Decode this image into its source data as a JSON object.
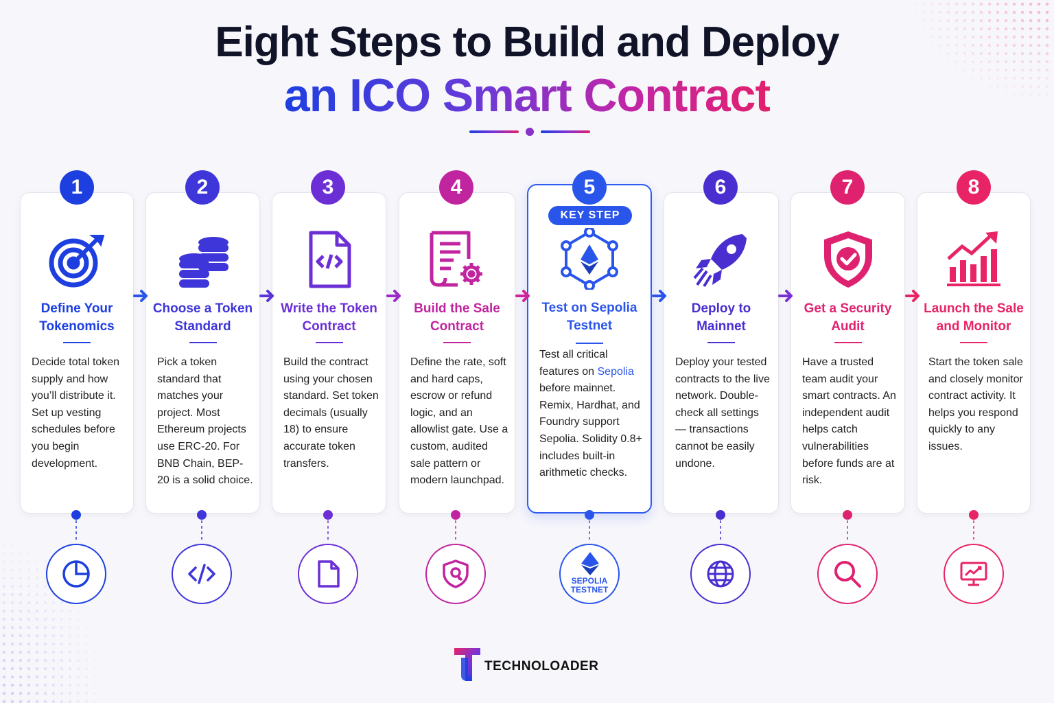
{
  "title_line1": "Eight Steps to Build and Deploy",
  "title_line2": "an ICO Smart Contract",
  "brand": "TECHNOLOADER",
  "key_step_badge": "KEY STEP",
  "sepolia_label": "SEPOLIA TESTNET",
  "steps": [
    {
      "number": "1",
      "title": "Define Your Tokenomics",
      "color": "#1d3fe0",
      "icon": "target-icon",
      "timeline_icon": "pie-chart-icon",
      "body": "Decide total token supply and how you’ll distribute it. Set up vesting schedules before you begin development."
    },
    {
      "number": "2",
      "title": "Choose a Token Standard",
      "color": "#3f36d9",
      "icon": "coin-stack-icon",
      "timeline_icon": "code-icon",
      "body": "Pick a token standard that matches your project. Most Ethereum projects use ERC-20. For BNB Chain, BEP-20 is a solid choice."
    },
    {
      "number": "3",
      "title": "Write the Token Contract",
      "color": "#6c2fd6",
      "icon": "code-file-icon",
      "timeline_icon": "document-icon",
      "body": "Build the contract using your chosen standard. Set token decimals (usually 18) to ensure accurate token transfers."
    },
    {
      "number": "4",
      "title": "Build the Sale Contract",
      "color": "#c0259f",
      "icon": "contract-gear-icon",
      "timeline_icon": "shield-key-icon",
      "body": "Define the rate, soft and hard caps, escrow or refund logic, and an allowlist gate. Use a custom, audited sale pattern or modern launchpad."
    },
    {
      "number": "5",
      "title": "Test on Sepolia Testnet",
      "color": "#2a55ea",
      "icon": "ethereum-network-icon",
      "timeline_icon": "ethereum-icon",
      "body_pre": "Test all critical features on ",
      "body_link": "Sepolia",
      "body_post": " before mainnet. Remix, Hardhat, and Foundry support Sepolia. Solidity 0.8+ includes built-in arithmetic checks."
    },
    {
      "number": "6",
      "title": "Deploy to Mainnet",
      "color": "#4a2ed0",
      "icon": "rocket-icon",
      "timeline_icon": "globe-icon",
      "body": "Deploy your tested contracts to the live network. Double-check all settings — transactions cannot be easily undone."
    },
    {
      "number": "7",
      "title": "Get a Security Audit",
      "color": "#df2270",
      "icon": "shield-check-icon",
      "timeline_icon": "magnifier-icon",
      "body": "Have a trusted team audit your smart contracts. An independent audit helps catch vulnerabilities before funds are at risk."
    },
    {
      "number": "8",
      "title": "Launch the Sale and Monitor",
      "color": "#e82466",
      "icon": "growth-chart-icon",
      "timeline_icon": "monitor-chart-icon",
      "body": "Start the token sale and closely monitor contract activity. It helps you respond quickly to any issues."
    }
  ]
}
